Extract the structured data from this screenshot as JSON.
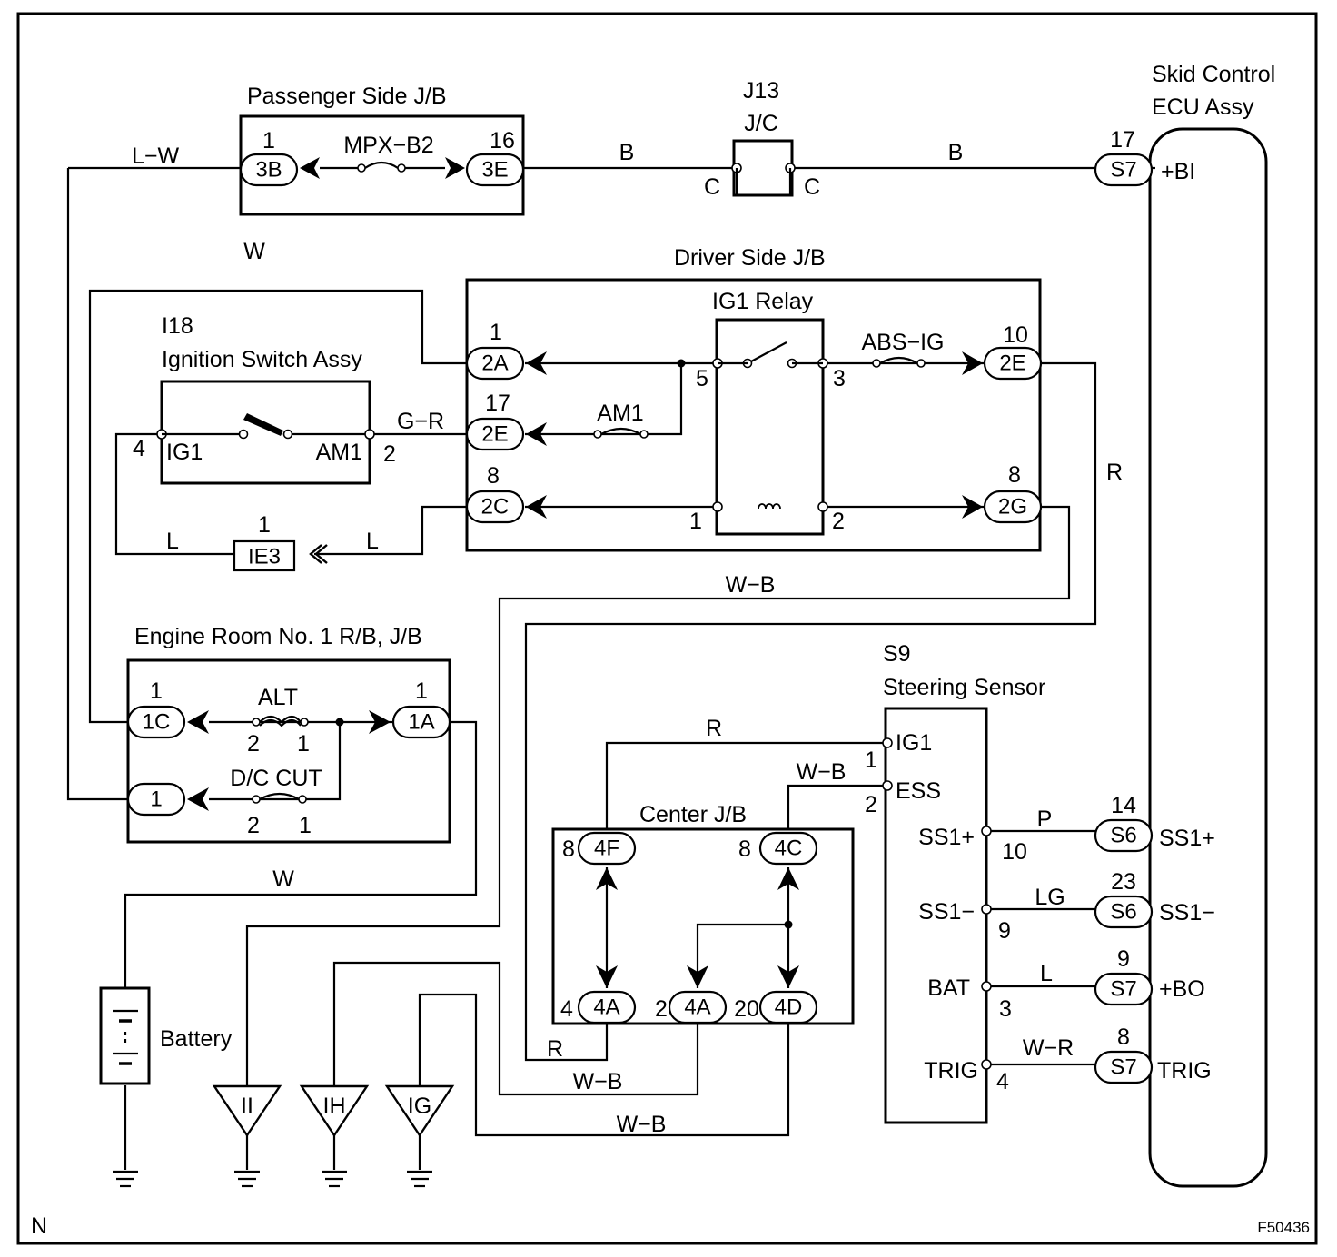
{
  "components": {
    "passenger_jb": "Passenger Side J/B",
    "j13_code": "J13",
    "j13_name": "J/C",
    "skid_ecu_line1": "Skid Control",
    "skid_ecu_line2": "ECU Assy",
    "driver_jb": "Driver Side J/B",
    "ig1_relay": "IG1 Relay",
    "ign_code": "I18",
    "ign_name": "Ignition Switch Assy",
    "engine_room_jb": "Engine Room No. 1 R/B, J/B",
    "steering_code": "S9",
    "steering_name": "Steering Sensor",
    "center_jb": "Center J/B",
    "battery": "Battery"
  },
  "fuses": {
    "mpx_b2": "MPX−B2",
    "abs_ig": "ABS−IG",
    "am1": "AM1",
    "alt": "ALT",
    "dc_cut": "D/C CUT"
  },
  "connectors": {
    "3B": "3B",
    "3E": "3E",
    "S7": "S7",
    "S6": "S6",
    "2A": "2A",
    "2E": "2E",
    "2C": "2C",
    "2G": "2G",
    "IE3": "IE3",
    "1C": "1C",
    "1": "1",
    "1A": "1A",
    "4F": "4F",
    "4C": "4C",
    "4A": "4A",
    "4D": "4D",
    "gnd_II": "II",
    "gnd_IH": "IH",
    "gnd_IG": "IG"
  },
  "terminals": {
    "t3B": "1",
    "t3E": "16",
    "tS7_bi": "17",
    "tS6_ss1p": "14",
    "tS6_ss1m": "23",
    "tS7_bo": "9",
    "tS7_trig": "8",
    "t2A": "1",
    "t2E_l": "17",
    "t2C": "8",
    "t2E_r": "10",
    "t2G": "8",
    "relay_5": "5",
    "relay_3": "3",
    "relay_1": "1",
    "relay_2": "2",
    "ign_4": "4",
    "ign_2": "2",
    "tIE3": "1",
    "t1C": "1",
    "t1A": "1",
    "alt_2": "2",
    "alt_1": "1",
    "dc_2": "2",
    "dc_1": "1",
    "t4F": "8",
    "t4C": "8",
    "t4A_l": "4",
    "t4A_r": "2",
    "t4D": "20",
    "st_ig1": "1",
    "st_ess": "2",
    "st_ss1p": "10",
    "st_ss1m": "9",
    "st_bat": "3",
    "st_trig": "4",
    "jc_left": "C",
    "jc_right": "C"
  },
  "pins": {
    "ign_ig1": "IG1",
    "ign_am1": "AM1",
    "st_ig1": "IG1",
    "st_ess": "ESS",
    "st_ss1p": "SS1+",
    "st_ss1m": "SS1−",
    "st_bat": "BAT",
    "st_trig": "TRIG",
    "ecu_bi": "+BI",
    "ecu_ss1p": "SS1+",
    "ecu_ss1m": "SS1−",
    "ecu_bo": "+BO",
    "ecu_trig": "TRIG"
  },
  "wires": {
    "lw": "L−W",
    "b_left": "B",
    "b_right": "B",
    "w_top": "W",
    "gr": "G−R",
    "r_right": "R",
    "l_left": "L",
    "l_right": "L",
    "wb_upper": "W−B",
    "w_batt": "W",
    "r_center": "R",
    "wb_ess": "W−B",
    "p": "P",
    "lg": "LG",
    "l_bat": "L",
    "wr": "W−R",
    "r_bottom": "R",
    "wb_low1": "W−B",
    "wb_low2": "W−B"
  },
  "footer": {
    "corner_left": "N",
    "figure_code": "F50436"
  }
}
